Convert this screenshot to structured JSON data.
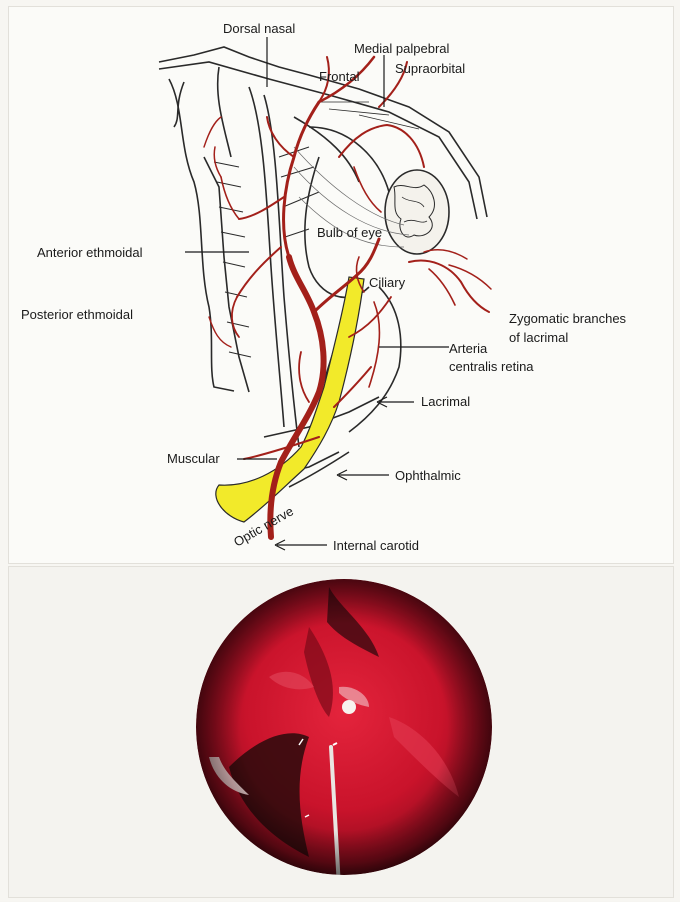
{
  "diagram": {
    "labels": {
      "dorsal_nasal": "Dorsal nasal",
      "medial_palpebral": "Medial palpebral",
      "frontal": "Frontal",
      "supraorbital": "Supraorbital",
      "anterior_ethmoidal": "Anterior ethmoidal",
      "posterior_ethmoidal": "Posterior ethmoidal",
      "bulb_of_eye": "Bulb of eye",
      "ciliary": "Ciliary",
      "zygomatic_line1": "Zygomatic branches",
      "zygomatic_line2": "of lacrimal",
      "arteria_line1": "Arteria",
      "arteria_line2": "centralis retina",
      "lacrimal": "Lacrimal",
      "muscular": "Muscular",
      "ophthalmic": "Ophthalmic",
      "optic_nerve": "Optic nerve",
      "internal_carotid": "Internal carotid"
    },
    "colors": {
      "artery": "#a3201a",
      "nerve": "#f2ea2a",
      "outline": "#2a2a2a"
    }
  },
  "photo": {
    "description_icon": "endoscopic-view-image",
    "colors": {
      "tissue": "#c9132b",
      "dark": "#2a0a0c"
    }
  }
}
